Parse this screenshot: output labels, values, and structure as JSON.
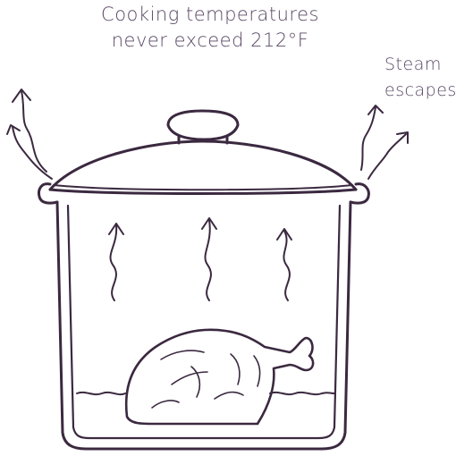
{
  "labels": {
    "temperature_line1": "Cooking temperatures",
    "temperature_line2": "never exceed 212°F",
    "steam_line1": "Steam",
    "steam_line2": "escapes"
  },
  "colors": {
    "ink": "#3b2940",
    "text": "#5a4866",
    "background": "#ffffff"
  },
  "icons": {
    "steam": "wavy-up-arrow-icon",
    "food": "turkey-leg-icon",
    "vessel": "stock-pot-icon"
  }
}
